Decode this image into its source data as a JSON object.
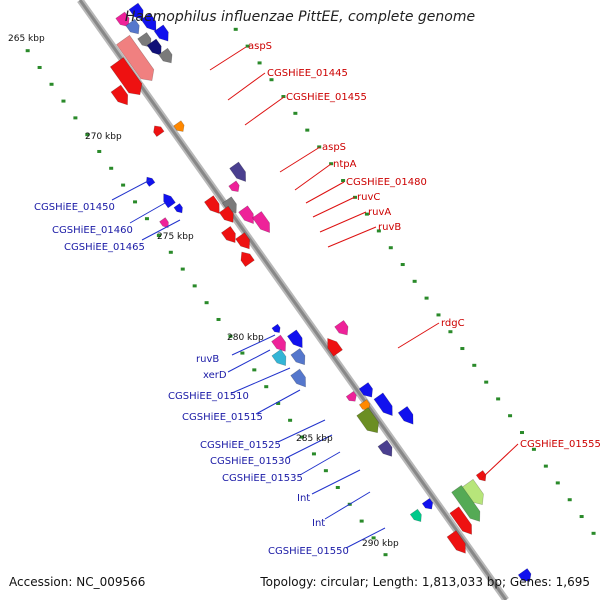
{
  "title": "Haemophilus influenzae PittEE, complete genome",
  "footer": {
    "accession": "Accession: NC_009566",
    "summary": "Topology: circular; Length: 1,813,033 bp; Genes: 1,695"
  },
  "ticks": [
    "265 kbp",
    "270 kbp",
    "275 kbp",
    "280 kbp",
    "285 kbp",
    "290 kbp"
  ],
  "labels_right": [
    "aspS",
    "CGSHiEE_01445",
    "CGSHiEE_01455",
    "aspS",
    "ntpA",
    "CGSHiEE_01480",
    "ruvC",
    "ruvA",
    "ruvB",
    "rdgC",
    "CGSHiEE_01555"
  ],
  "labels_left": [
    "CGSHiEE_01450",
    "CGSHiEE_01460",
    "CGSHiEE_01465",
    "ruvB",
    "xerD",
    "CGSHiEE_01510",
    "CGSHiEE_01515",
    "CGSHiEE_01525",
    "CGSHiEE_01530",
    "CGSHiEE_01535",
    "Int",
    "Int",
    "CGSHiEE_01550"
  ],
  "colors": {
    "backbone": "#8f8f8f",
    "label_right": "#cc0000",
    "label_left": "#1a1aa6",
    "gene_red": "#ee1111",
    "gene_blue": "#1111ee",
    "gene_pink": "#ee2299",
    "gene_orange": "#ff8800",
    "tick_dot": "#2a8a2a"
  }
}
